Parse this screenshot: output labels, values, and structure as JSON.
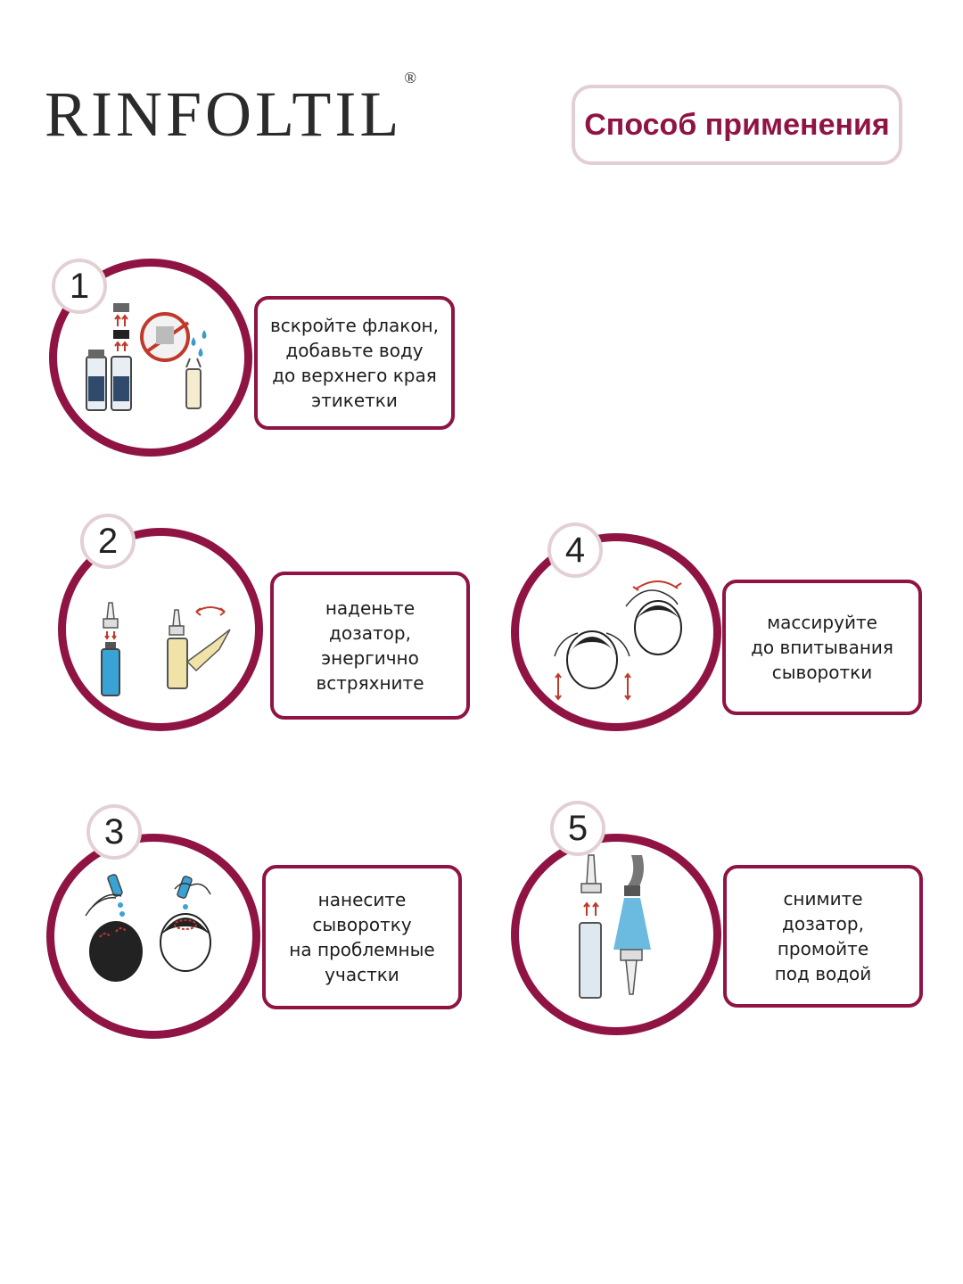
{
  "brand": {
    "name": "RINFOLTIL",
    "mark": "®"
  },
  "title": "Способ применения",
  "colors": {
    "accent": "#8f1443",
    "badge_border": "#e3d0d5",
    "title_border": "#e2cfd5"
  },
  "steps": [
    {
      "number": "1",
      "lines": [
        "вскройте флакон,",
        "добавьте воду",
        "до верхнего края",
        "этикетки"
      ],
      "icon": "vial-open-add-water-icon"
    },
    {
      "number": "2",
      "lines": [
        "наденьте",
        "дозатор,",
        "энергично",
        "встряхните"
      ],
      "icon": "dispenser-shake-icon"
    },
    {
      "number": "3",
      "lines": [
        "нанесите",
        "сыворотку",
        "на проблемные",
        "участки"
      ],
      "icon": "apply-serum-head-icon"
    },
    {
      "number": "4",
      "lines": [
        "массируйте",
        "до впитывания",
        "сыворотки"
      ],
      "icon": "massage-head-icon"
    },
    {
      "number": "5",
      "lines": [
        "снимите",
        "дозатор,",
        "промойте",
        "под водой"
      ],
      "icon": "rinse-dispenser-icon"
    }
  ]
}
